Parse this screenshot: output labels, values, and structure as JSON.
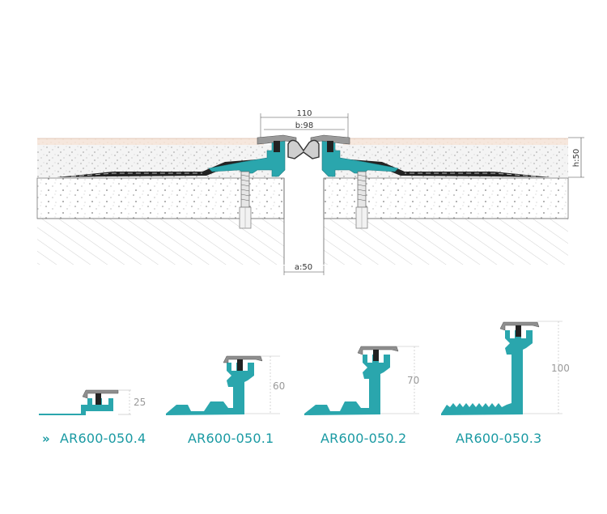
{
  "section": {
    "dim_width": "110",
    "dim_b": "b:98",
    "dim_h": "h:50",
    "dim_a": "a:50"
  },
  "profiles": [
    {
      "code": "AR600-050.4",
      "height": "25",
      "selected": true
    },
    {
      "code": "AR600-050.1",
      "height": "60",
      "selected": false
    },
    {
      "code": "AR600-050.2",
      "height": "70",
      "selected": false
    },
    {
      "code": "AR600-050.3",
      "height": "100",
      "selected": false
    }
  ],
  "selected_marker": "»",
  "colors": {
    "teal": "#2aa6ad",
    "label": "#1a9aa3",
    "gray_cap": "#8f8f8f",
    "dim_gray": "#9a9a9a"
  }
}
